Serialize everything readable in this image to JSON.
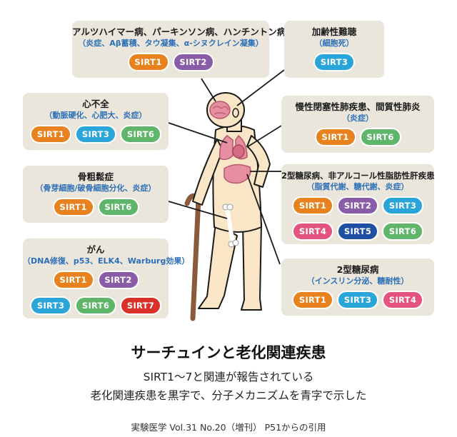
{
  "colors": {
    "SIRT1": "#e8821f",
    "SIRT2": "#8a5ca8",
    "SIRT3": "#2aa5d9",
    "SIRT4": "#e2547e",
    "SIRT5": "#1f4fa3",
    "SIRT6": "#5fb56a",
    "SIRT7": "#d9302a",
    "box": "#eae6dc",
    "mechanism_text": "#2c6fb8",
    "body": "#f8e6c6",
    "organ": "#e58fa0"
  },
  "diseases": [
    {
      "name": "アルツハイマー病、パーキンソン病、ハンチントン病",
      "mechanism": "（炎症、Aβ蓄積、タウ凝集、α-シヌクレイン凝集）",
      "sirts": [
        "SIRT1",
        "SIRT2"
      ]
    },
    {
      "name": "加齢性難聴",
      "mechanism": "（細胞死）",
      "sirts": [
        "SIRT3"
      ]
    },
    {
      "name": "心不全",
      "mechanism": "（動脈硬化、心肥大、炎症）",
      "sirts": [
        "SIRT1",
        "SIRT3",
        "SIRT6"
      ]
    },
    {
      "name": "慢性閉塞性肺疾患、間質性肺炎",
      "mechanism": "（炎症）",
      "sirts": [
        "SIRT1",
        "SIRT6"
      ]
    },
    {
      "name": "骨粗鬆症",
      "mechanism": "（骨芽細胞/破骨細胞分化、炎症）",
      "sirts": [
        "SIRT1",
        "SIRT6"
      ]
    },
    {
      "name": "2型糖尿病、非アルコール性脂肪性肝疾患",
      "mechanism": "（脂質代謝、糖代謝、炎症）",
      "sirts": [
        "SIRT1",
        "SIRT2",
        "SIRT3",
        "SIRT4",
        "SIRT5",
        "SIRT6"
      ]
    },
    {
      "name": "がん",
      "mechanism": "（DNA修復、p53、ELK4、Warburg効果）",
      "sirts": [
        "SIRT1",
        "SIRT2",
        "SIRT3",
        "SIRT6",
        "SIRT7"
      ]
    },
    {
      "name": "2型糖尿病",
      "mechanism": "（インスリン分泌、糖耐性）",
      "sirts": [
        "SIRT1",
        "SIRT3",
        "SIRT4"
      ]
    }
  ],
  "title": "サーチュインと老化関連疾患",
  "subtitle_line1": "SIRT1～7と関連が報告されている",
  "subtitle_line2": "老化関連疾患を黒字で、分子メカニズムを青字で示した",
  "source": "実験医学 Vol.31 No.20（増刊） P51からの引用"
}
